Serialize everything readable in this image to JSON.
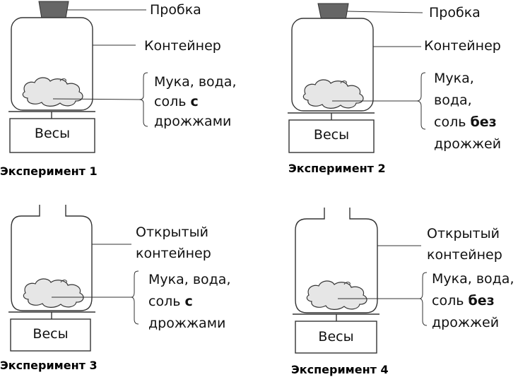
{
  "scale_label": "Весы",
  "experiments": [
    {
      "title": "Эксперимент 1",
      "cap_label": "Пробка",
      "container_label": [
        "Контейнер"
      ],
      "ingredients": {
        "line1": "Мука, вода,",
        "line2_prefix": "соль ",
        "line2_bold": "с",
        "line3_prefix": "дрожжами",
        "line3_bold": ""
      }
    },
    {
      "title": "Эксперимент 2",
      "cap_label": "Пробка",
      "container_label": [
        "Контейнер"
      ],
      "ingredients": {
        "line1": "Мука,",
        "line2_prefix": "вода,",
        "line2_bold": "",
        "line3_prefix": "соль ",
        "line3_bold": "без",
        "line4": "дрожжей"
      }
    },
    {
      "title": "Эксперимент 3",
      "container_label": [
        "Открытый",
        "контейнер"
      ],
      "ingredients": {
        "line1": "Мука, вода,",
        "line2_prefix": "соль ",
        "line2_bold": "с",
        "line3_prefix": "дрожжами",
        "line3_bold": ""
      }
    },
    {
      "title": "Эксперимент 4",
      "container_label": [
        "Открытый",
        "контейнер"
      ],
      "ingredients": {
        "line1": "Мука, вода,",
        "line2_prefix": "соль ",
        "line2_bold": "без",
        "line3_prefix": "дрожжей",
        "line3_bold": ""
      }
    }
  ]
}
